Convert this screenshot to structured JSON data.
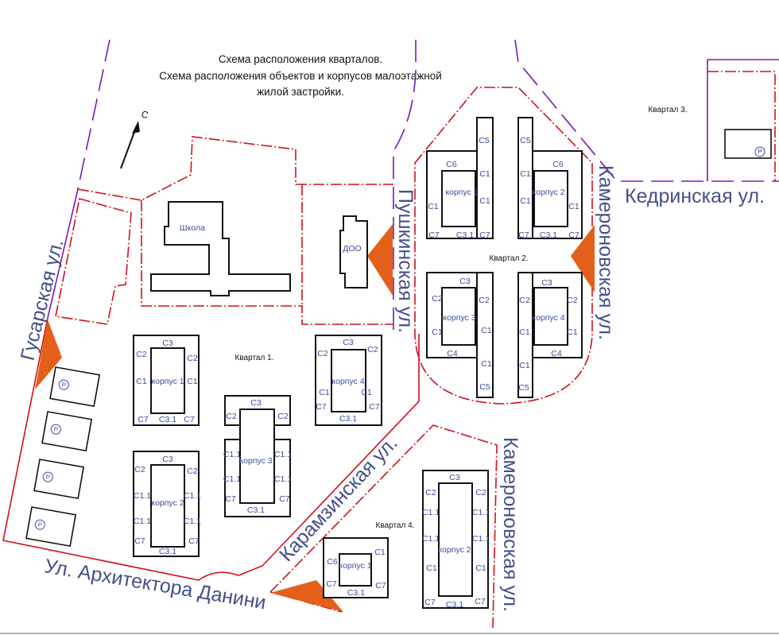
{
  "title": {
    "line1": "Схема расположения кварталов.",
    "line2": "Схема расположения объектов и корпусов малоэтажной",
    "line3": "жилой застройки."
  },
  "streets": {
    "gusarskaya": "Гусарская ул.",
    "pushkinskaya": "Пушкинская ул.",
    "kameronovskaya_upper": "Камероновская ул.",
    "kameronovskaya_lower": "Камероновская ул.",
    "kedrinskaya": "Кедринская ул.",
    "karamzinskaya": "Карамзинская ул.",
    "danini": "Ул. Архитектора Данини"
  },
  "quarters": {
    "q1": "Квартал 1.",
    "q2": "Квартал 2.",
    "q3": "Квартал 3.",
    "q4": "Квартал 4."
  },
  "objects": {
    "school": "Школа",
    "kindergarten": "ДОО",
    "parking": "P",
    "north": "С"
  },
  "colors": {
    "boundary": "#d0101c",
    "street_line": "#7a18b8",
    "entrance": "#e4601a",
    "label": "#3b4a9a"
  },
  "buildings": {
    "q1_k1": [
      "С3",
      "С2",
      "С2",
      "С1",
      "корпус 1",
      "С1",
      "С7",
      "С3.1",
      "С7"
    ],
    "q1_k2": [
      "С3",
      "С2",
      "С2",
      "С1.1",
      "корпус 2",
      "С1.1",
      "С1.1",
      "С1.1",
      "С7",
      "С3.1",
      "С7"
    ],
    "q1_k3": [
      "С3",
      "С2",
      "С2",
      "С1.1",
      "корпус 3",
      "С1.1",
      "С1.1",
      "С1.1",
      "С7",
      "С3.1",
      "С7"
    ],
    "q1_k4": [
      "С3",
      "С2",
      "С2",
      "корпус 4",
      "С1",
      "С1",
      "С7",
      "С3.1",
      "С7"
    ],
    "q2_k1": [
      "С5",
      "С6",
      "С1",
      "корпус 1",
      "С1",
      "С1",
      "С7",
      "С3.1",
      "С7"
    ],
    "q2_k2": [
      "С5",
      "С6",
      "С1",
      "корпус 2",
      "С1",
      "С1",
      "С7",
      "С3.1",
      "С7"
    ],
    "q2_k3": [
      "С3",
      "С2",
      "С2",
      "корпус 3",
      "С1",
      "С1",
      "С4",
      "С1",
      "С5"
    ],
    "q2_k4": [
      "С3",
      "С2",
      "С2",
      "корпус 4",
      "С1",
      "С1",
      "С4",
      "С1",
      "С5"
    ],
    "q4_k1": [
      "С6",
      "корпус 1",
      "С1",
      "С7",
      "С3.1",
      "С7"
    ],
    "q4_k2": [
      "С3",
      "С2",
      "С2",
      "С1.1",
      "С1.1",
      "корпус 2",
      "С1.1",
      "С1.1",
      "С1",
      "С1",
      "С7",
      "С3.1",
      "С7"
    ]
  }
}
